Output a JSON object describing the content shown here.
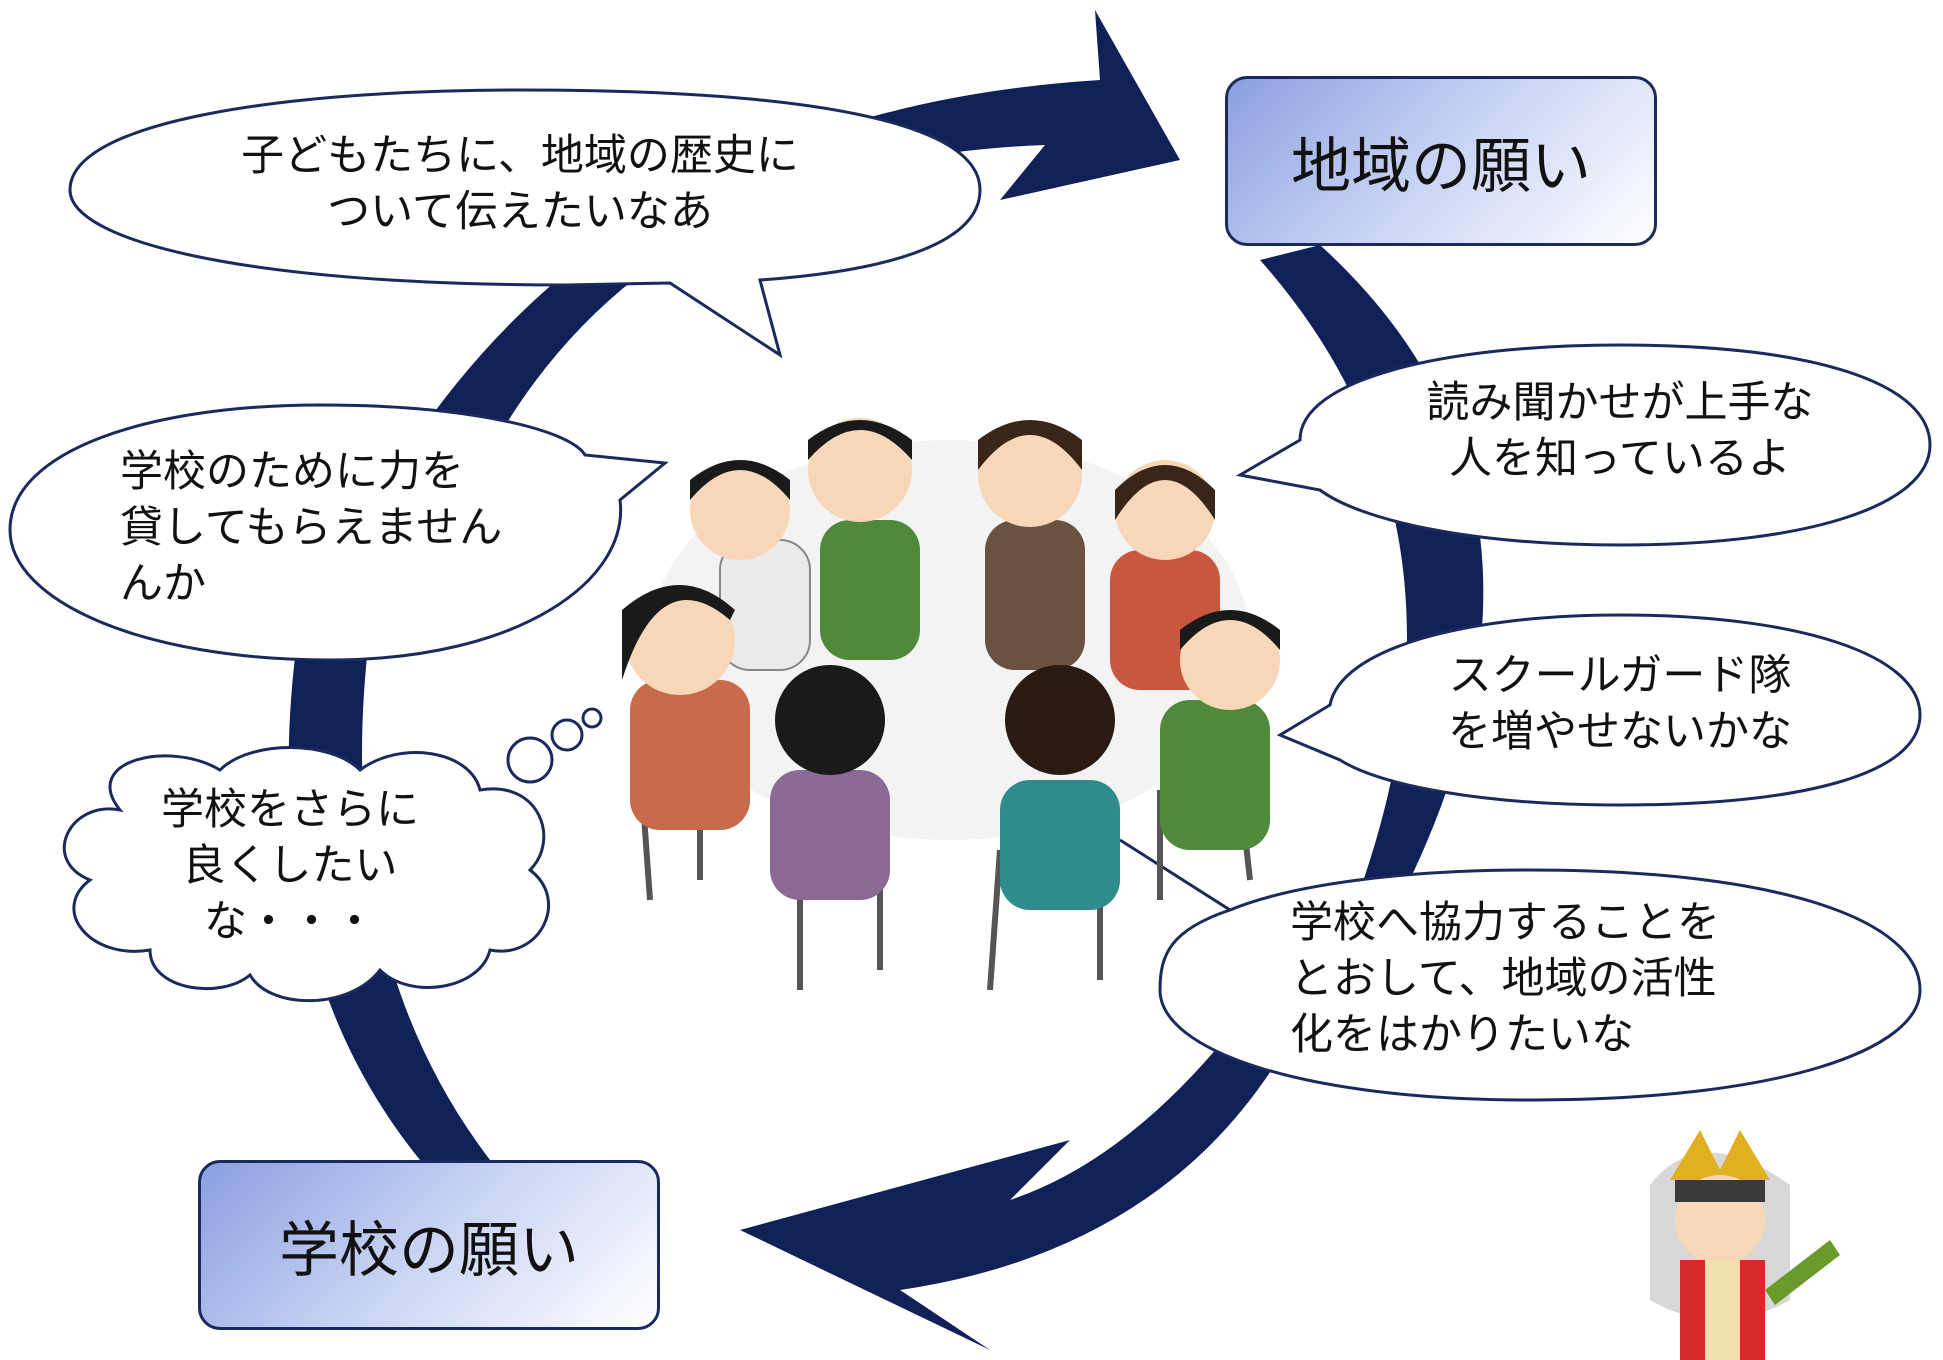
{
  "boxes": {
    "community_wish": "地域の願い",
    "school_wish": "学校の願い"
  },
  "bubbles": {
    "history": "子どもたちに、地域の歴史に\nついて伝えたいなあ",
    "school_help": "学校のために力を\n貸してもらえません\nんか",
    "better_school": "学校をさらに\n良くしたい\nな・・・",
    "storyteller": "読み聞かせが上手な\n人を知っているよ",
    "school_guard": "スクールガード隊\nを増やせないかな",
    "revitalize": "学校へ協力することを\nとおして、地域の活性\n化をはかりたいな"
  },
  "colors": {
    "arrow": "#0f2157",
    "box_border": "#1b2a5c",
    "box_gradient_start": "#8a9fe0",
    "bubble_border": "#1b2a5c"
  },
  "illustrations": {
    "center": "people-meeting-in-circle-illustration",
    "corner": "samurai-mascot-illustration"
  }
}
